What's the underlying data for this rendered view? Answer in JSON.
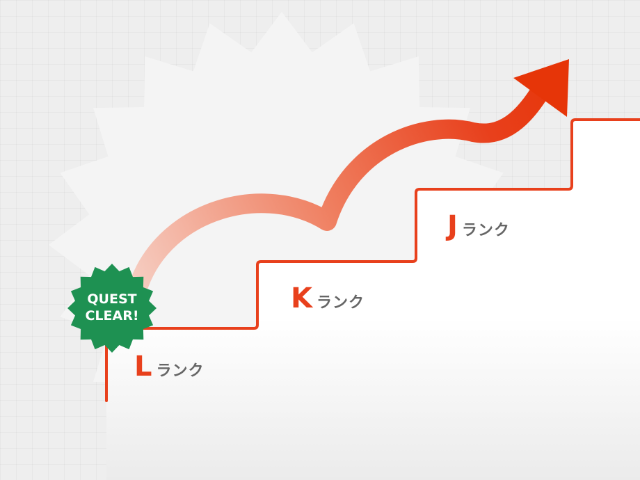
{
  "badge": {
    "line1": "QUEST",
    "line2": "CLEAR!",
    "color": "#1e9152"
  },
  "ranks": [
    {
      "letter": "L",
      "suffix": "ランク"
    },
    {
      "letter": "K",
      "suffix": "ランク"
    },
    {
      "letter": "J",
      "suffix": "ランク"
    }
  ],
  "colors": {
    "accent": "#e8401c",
    "rank_suffix": "#666666",
    "background": "#eeeeee",
    "burst": "#f4f4f4"
  }
}
